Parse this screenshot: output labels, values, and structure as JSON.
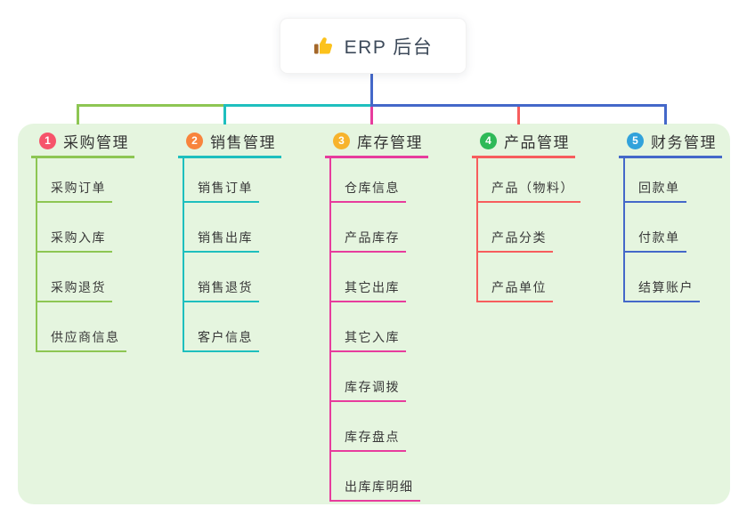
{
  "root": {
    "label": "ERP 后台",
    "icon": "thumbs-up-icon"
  },
  "panel": {
    "bg_color": "#E5F5DF"
  },
  "connector": {
    "stem_color": "#4468C9"
  },
  "icon_colors": {
    "thumb_hand": "#FCC21C",
    "thumb_cuff": "#A5682A"
  },
  "branches": [
    {
      "number": "1",
      "label": "采购管理",
      "badge_color": "#F6536A",
      "line_color": "#8DC653",
      "children": [
        "采购订单",
        "采购入库",
        "采购退货",
        "供应商信息"
      ]
    },
    {
      "number": "2",
      "label": "销售管理",
      "badge_color": "#F8843C",
      "line_color": "#1EBFBE",
      "children": [
        "销售订单",
        "销售出库",
        "销售退货",
        "客户信息"
      ]
    },
    {
      "number": "3",
      "label": "库存管理",
      "badge_color": "#F7B32C",
      "line_color": "#E73C9D",
      "children": [
        "仓库信息",
        "产品库存",
        "其它出库",
        "其它入库",
        "库存调拨",
        "库存盘点",
        "出库库明细"
      ]
    },
    {
      "number": "4",
      "label": "产品管理",
      "badge_color": "#2EB957",
      "line_color": "#F75D5D",
      "children": [
        "产品（物料）",
        "产品分类",
        "产品单位"
      ]
    },
    {
      "number": "5",
      "label": "财务管理",
      "badge_color": "#31A2DB",
      "line_color": "#4468C9",
      "children": [
        "回款单",
        "付款单",
        "结算账户"
      ]
    }
  ]
}
